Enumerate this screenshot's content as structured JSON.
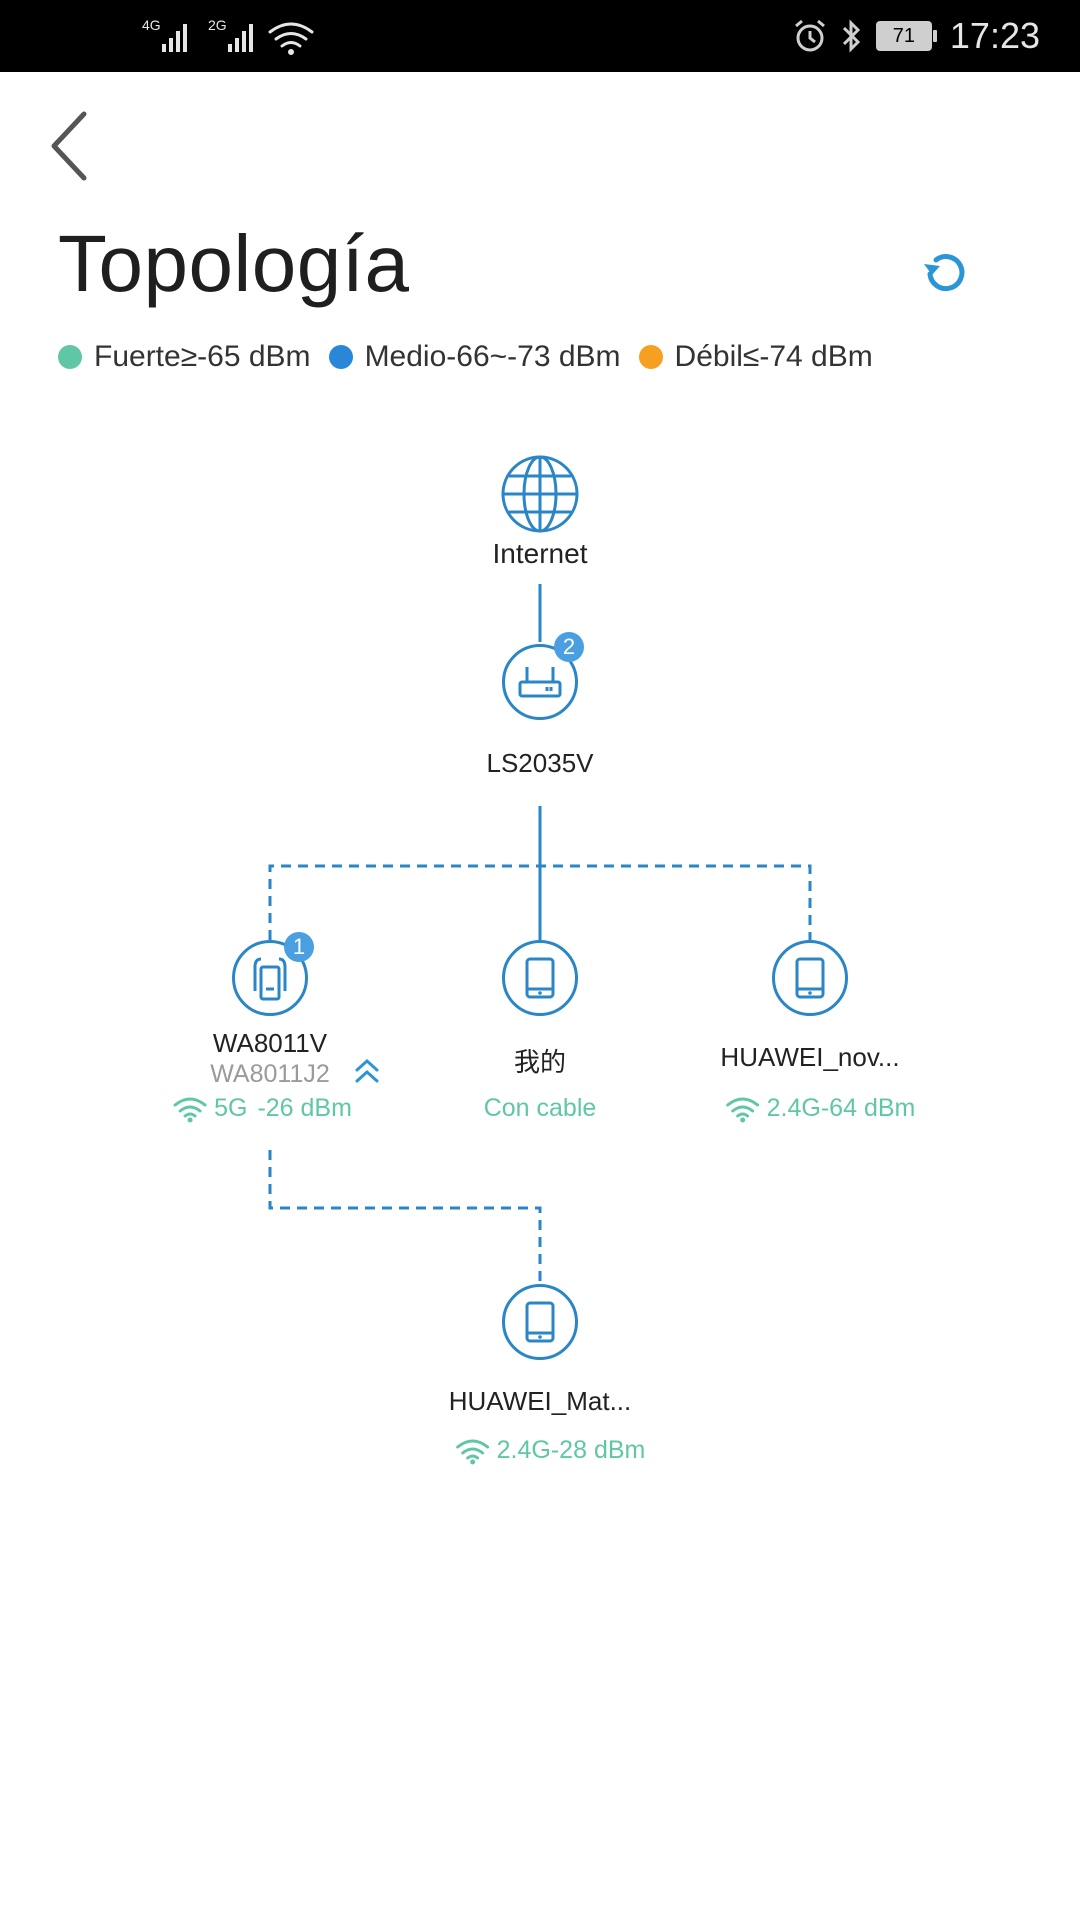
{
  "status_bar": {
    "net1": "4G",
    "net2": "2G",
    "battery": "71",
    "time": "17:23"
  },
  "header": {
    "title": "Topología"
  },
  "legend": [
    {
      "label": "Fuerte≥-65 dBm",
      "color": "#5fc7a6"
    },
    {
      "label": "Medio-66~-73 dBm",
      "color": "#2a86d6"
    },
    {
      "label": "Débil≤-74 dBm",
      "color": "#f5a020"
    }
  ],
  "colors": {
    "accent": "#2a86c6",
    "strong": "#5fc7a6",
    "badge": "#4a9fe0"
  },
  "topology": {
    "internet": {
      "label": "Internet",
      "icon": "globe-icon"
    },
    "router": {
      "label": "LS2035V",
      "badge": "2",
      "icon": "router-icon"
    },
    "repeater": {
      "label": "WA8011V",
      "sublabel": "WA8011J2",
      "badge": "1",
      "band": "5G",
      "signal": "-26 dBm",
      "icon": "repeater-icon"
    },
    "device_wired": {
      "label": "我的",
      "connection": "Con cable",
      "icon": "tablet-icon"
    },
    "device_nova": {
      "label": "HUAWEI_nov...",
      "band": "2.4G",
      "signal": "-64 dBm",
      "icon": "tablet-icon"
    },
    "device_mate": {
      "label": "HUAWEI_Mat...",
      "band": "2.4G",
      "signal": "-28 dBm",
      "icon": "tablet-icon"
    }
  }
}
